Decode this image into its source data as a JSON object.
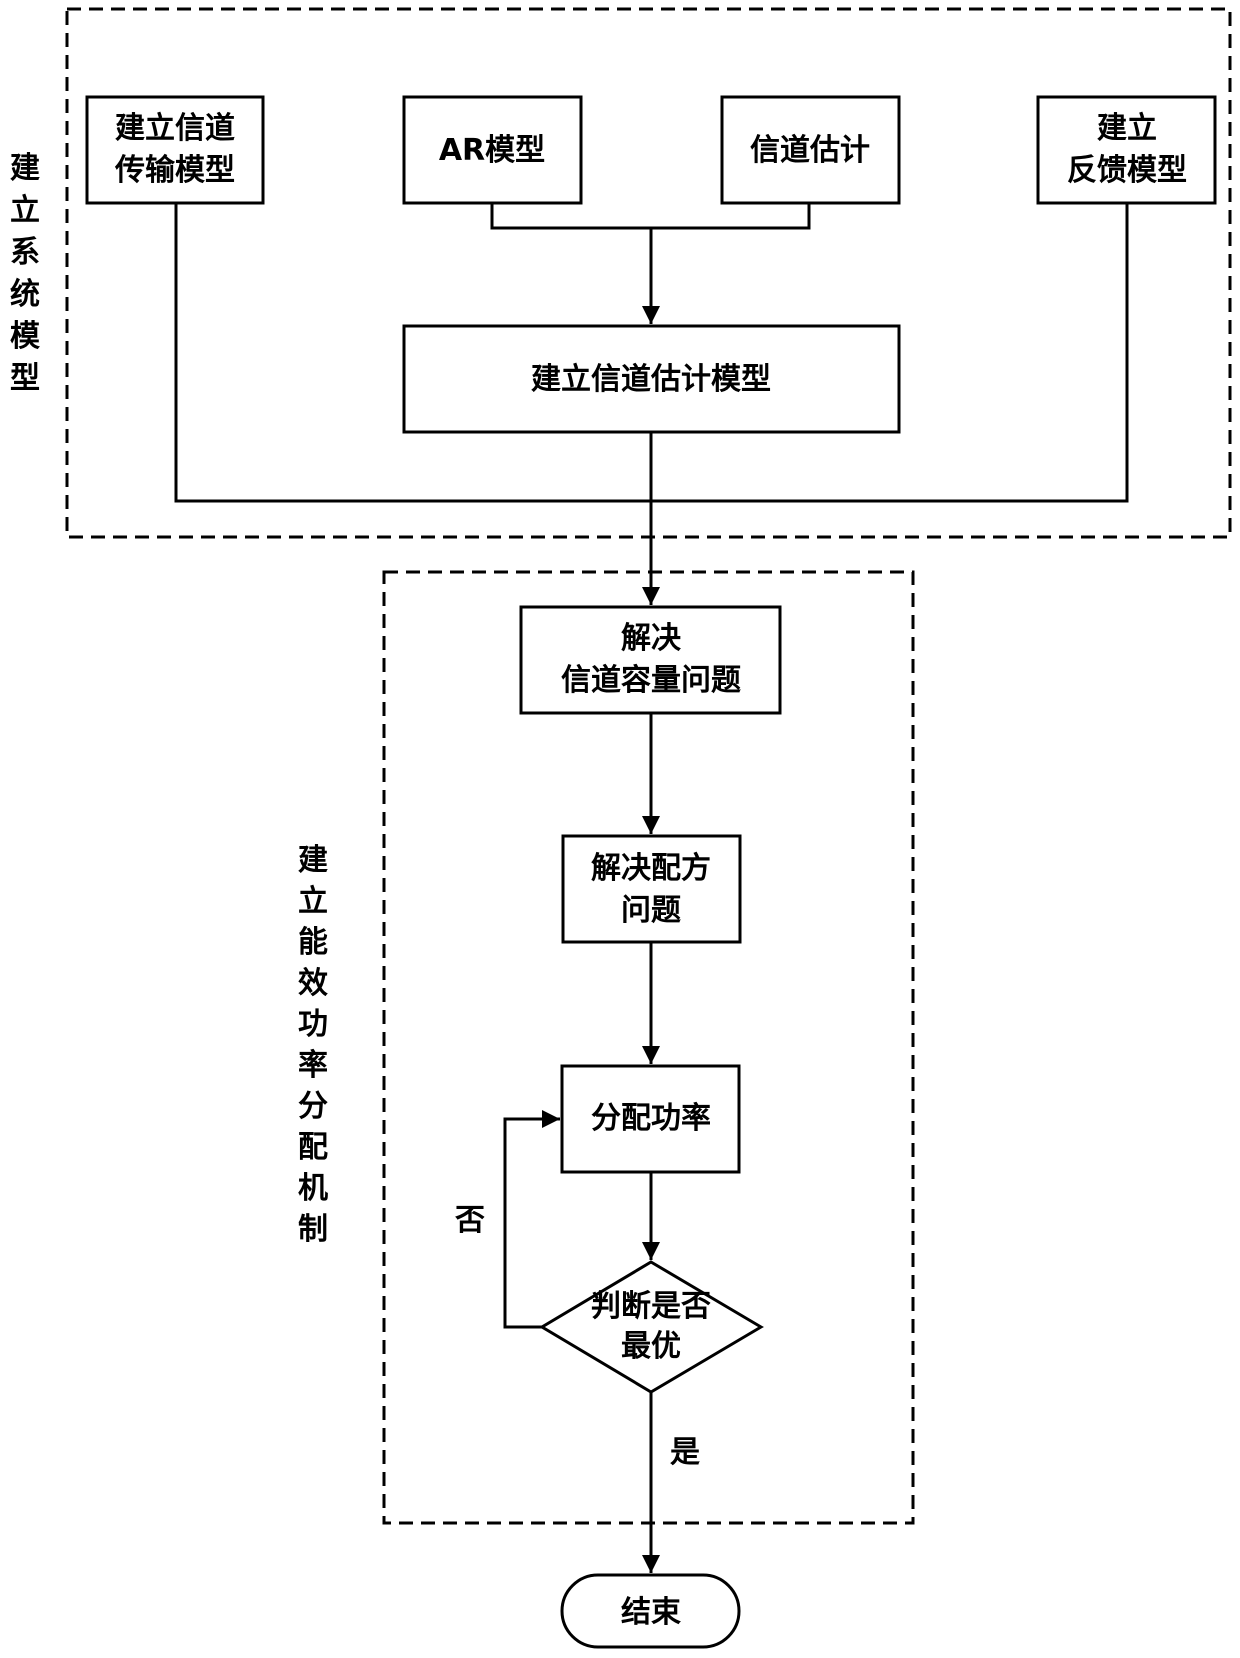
{
  "diagram": {
    "type": "flowchart",
    "colors": {
      "stroke": "#000000",
      "background": "#ffffff"
    },
    "groups": [
      {
        "id": "system-model",
        "label": "建立系统模型"
      },
      {
        "id": "power-allocation",
        "label": "建立能效功率分配机制"
      }
    ],
    "nodes": {
      "channel_transmission_model": {
        "lines": [
          "建立信道",
          "传输模型"
        ]
      },
      "ar_model": {
        "lines": [
          "AR模型"
        ]
      },
      "channel_estimation": {
        "lines": [
          "信道估计"
        ]
      },
      "feedback_model": {
        "lines": [
          "建立",
          "反馈模型"
        ]
      },
      "channel_estimation_model": {
        "lines": [
          "建立信道估计模型"
        ]
      },
      "channel_capacity": {
        "lines": [
          "解决",
          "信道容量问题"
        ]
      },
      "formulation": {
        "lines": [
          "解决配方",
          "问题"
        ]
      },
      "allocate_power": {
        "lines": [
          "分配功率"
        ]
      },
      "decision": {
        "lines": [
          "判断是否",
          "最优"
        ]
      },
      "end": {
        "lines": [
          "结束"
        ]
      }
    },
    "edge_labels": {
      "no": "否",
      "yes": "是"
    },
    "edges": [
      {
        "from": "ar_model",
        "to": "channel_estimation_model"
      },
      {
        "from": "channel_estimation",
        "to": "channel_estimation_model"
      },
      {
        "from": "channel_transmission_model",
        "to": "channel_capacity"
      },
      {
        "from": "channel_estimation_model",
        "to": "channel_capacity"
      },
      {
        "from": "feedback_model",
        "to": "channel_capacity"
      },
      {
        "from": "channel_capacity",
        "to": "formulation"
      },
      {
        "from": "formulation",
        "to": "allocate_power"
      },
      {
        "from": "allocate_power",
        "to": "decision"
      },
      {
        "from": "decision",
        "to": "allocate_power",
        "label": "否"
      },
      {
        "from": "decision",
        "to": "end",
        "label": "是"
      }
    ]
  }
}
